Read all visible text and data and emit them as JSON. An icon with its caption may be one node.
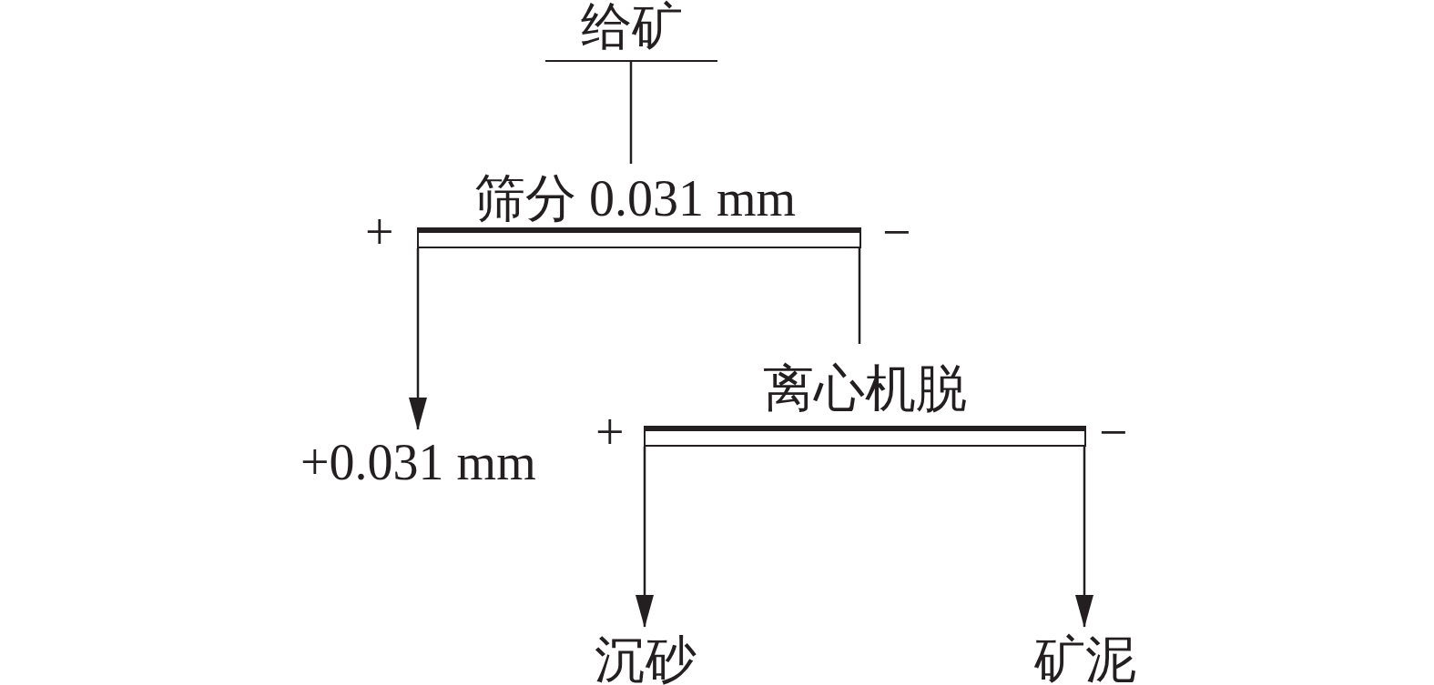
{
  "diagram": {
    "nodes": [
      {
        "text": [
          "给矿"
        ]
      },
      {
        "text": [
          "筛分 0.031 mm"
        ],
        "beside": [
          "+",
          "−"
        ]
      },
      {
        "text": [
          "+0.031 mm"
        ]
      },
      {
        "text": [
          "离心机脱"
        ],
        "beside": [
          "+",
          "−"
        ]
      },
      {
        "text": [
          "沉砂"
        ]
      },
      {
        "text": [
          "矿泥"
        ]
      }
    ],
    "edges": [
      {
        "from": 0,
        "to": 1,
        "arrow": "none"
      },
      {
        "from": 1,
        "to": 2,
        "arrow": "to"
      },
      {
        "from": 1,
        "to": 3,
        "arrow": "none"
      },
      {
        "from": 3,
        "to": 4,
        "arrow": "to"
      },
      {
        "from": 3,
        "to": 5,
        "arrow": "to"
      }
    ]
  }
}
